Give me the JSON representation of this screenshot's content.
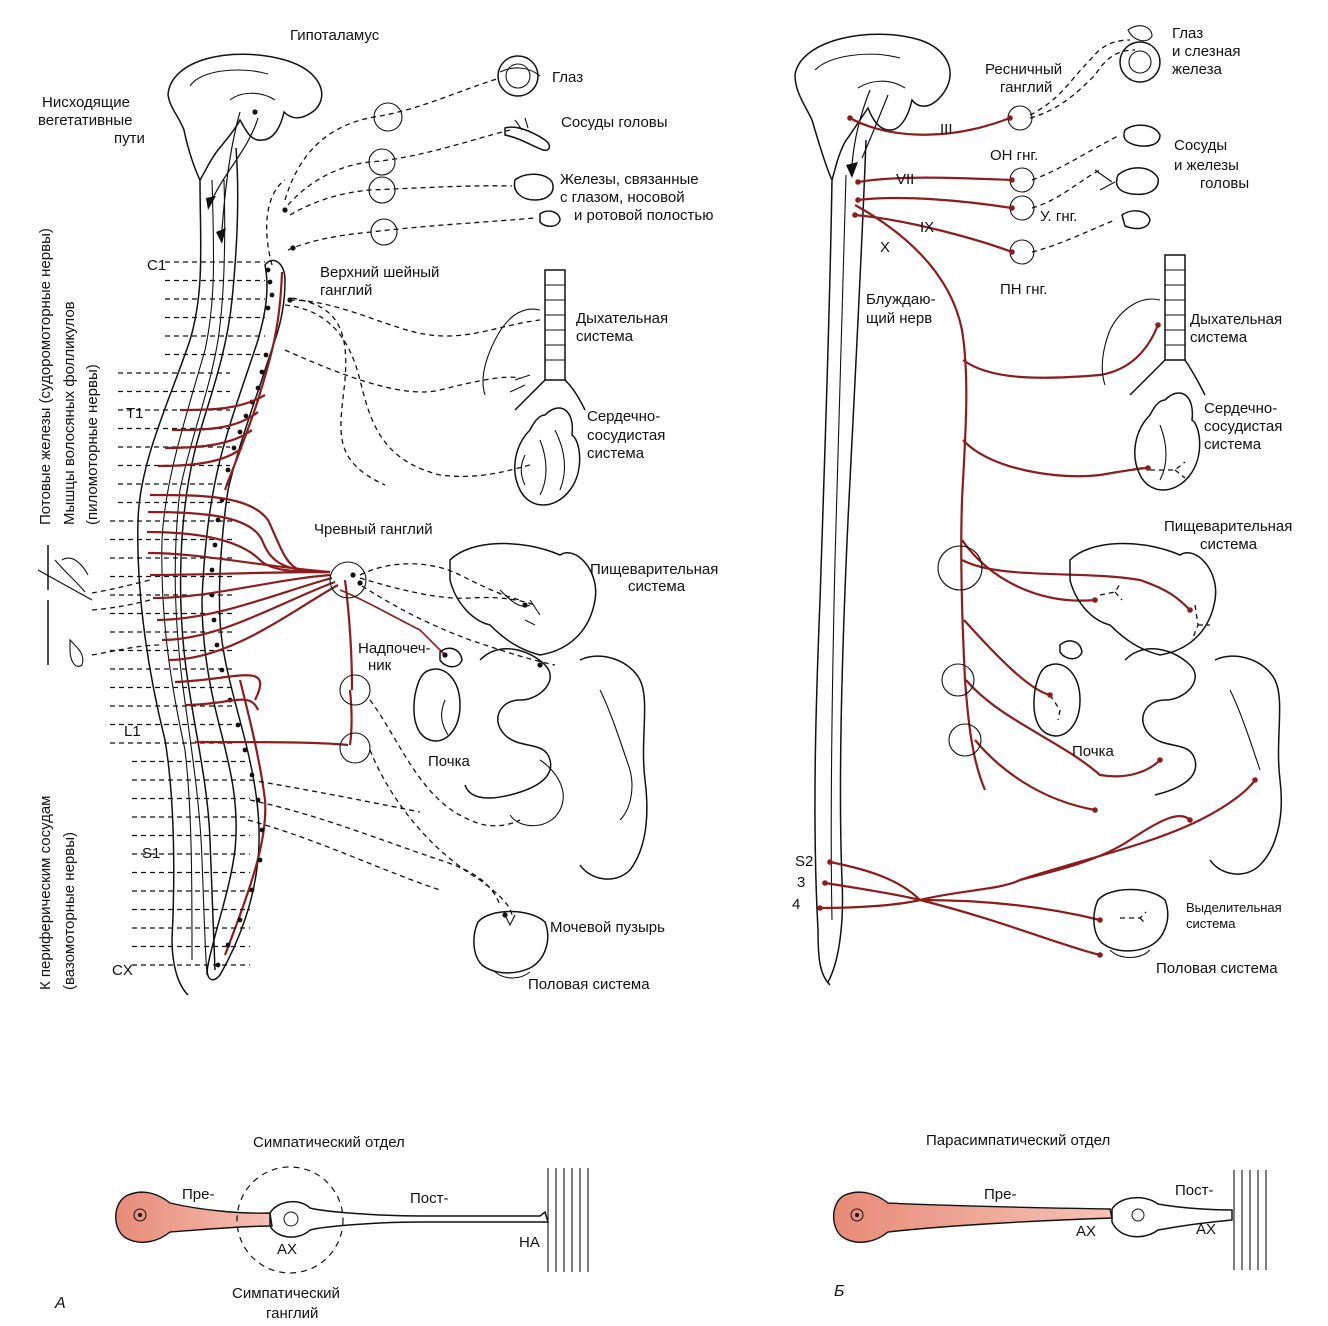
{
  "colors": {
    "preganglionic": "#8a1d1d",
    "cell_body_fill": "#e88a78",
    "postganglionic": "#111111"
  },
  "panel_a": {
    "letter": "А",
    "labels": {
      "hypothalamus": "Гипоталамус",
      "descending_1": "Нисходящие",
      "descending_2": "вегетативные",
      "descending_3": "пути",
      "eye": "Глаз",
      "head_vessels": "Сосуды головы",
      "glands_1": "Железы, связанные",
      "glands_2": "с глазом, носовой",
      "glands_3": "и ротовой полостью",
      "sup_cervical_1": "Верхний шейный",
      "sup_cervical_2": "ганглий",
      "respiratory_1": "Дыхательная",
      "respiratory_2": "система",
      "cardio_1": "Сердечно-",
      "cardio_2": "сосудистая",
      "cardio_3": "система",
      "celiac": "Чревный ганглий",
      "digestive_1": "Пищеварительная",
      "digestive_2": "система",
      "adrenal_1": "Надпочеч-",
      "adrenal_2": "ник",
      "kidney": "Почка",
      "bladder": "Мочевой пузырь",
      "genital": "Половая система",
      "c1": "C1",
      "t1": "T1",
      "l1": "L1",
      "s1": "S1",
      "cx": "CX",
      "vert_sweat": "Потовые железы (судоромоторные нервы)",
      "vert_follicle_1": "Мышцы волосяных фолликулов",
      "vert_follicle_2": "(пиломоторные нервы)",
      "vert_vessels_1": "К периферическим сосудам",
      "vert_vessels_2": "(вазомоторные нервы)"
    }
  },
  "panel_b": {
    "letter": "Б",
    "labels": {
      "ciliary_1": "Ресничный",
      "ciliary_2": "ганглий",
      "eye_1": "Глаз",
      "eye_2": "и слезная",
      "eye_3": "железа",
      "iii": "III",
      "vii": "VII",
      "ix": "IX",
      "x": "X",
      "on": "ОН гнг.",
      "u": "У. гнг.",
      "pn": "ПН гнг.",
      "vessels_1": "Сосуды",
      "vessels_2": "и  железы",
      "vessels_3": "головы",
      "vagus_1": "Блуждаю-",
      "vagus_2": "щий нерв",
      "respiratory_1": "Дыхательная",
      "respiratory_2": "система",
      "cardio_1": "Сердечно-",
      "cardio_2": "сосудистая",
      "cardio_3": "система",
      "digestive_1": "Пищеварительная",
      "digestive_2": "система",
      "kidney": "Почка",
      "excretory_1": "Выделительная",
      "excretory_2": "система",
      "genital": "Половая система",
      "s2": "S2",
      "s3": "3",
      "s4": "4"
    }
  },
  "neuron_sympathetic": {
    "title": "Симпатический отдел",
    "pre": "Пре-",
    "post": "Пост-",
    "ax": "АХ",
    "na": "НА",
    "ganglion_1": "Симпатический",
    "ganglion_2": "ганглий"
  },
  "neuron_parasympathetic": {
    "title": "Парасимпатический отдел",
    "pre": "Пре-",
    "post": "Пост-",
    "ax_1": "АХ",
    "ax_2": "АХ"
  }
}
